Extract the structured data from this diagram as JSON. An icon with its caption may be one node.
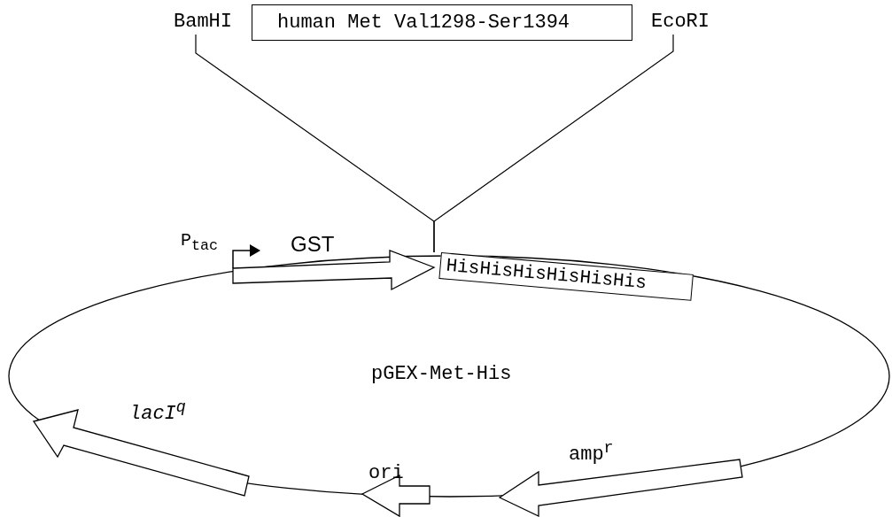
{
  "diagram": {
    "nodes": [
      {
        "text": [
          "BamHI"
        ]
      },
      {
        "text": [
          "human Met Val1298-Ser1394"
        ]
      },
      {
        "text": [
          "EcoRI"
        ]
      },
      {
        "text": [
          "GST"
        ]
      },
      {
        "text": [
          "HisHisHisHisHisHis"
        ]
      },
      {
        "text": [
          "pGEX-Met-His"
        ]
      },
      {
        "text": [
          "lacI$^{q}$"
        ]
      },
      {
        "text": [
          "ori"
        ]
      },
      {
        "text": [
          "amp$^{r}$"
        ]
      }
    ],
    "edges": [
      {
        "from": 0,
        "to": 4,
        "arrow": "none"
      },
      {
        "from": 2,
        "to": 4,
        "arrow": "none"
      }
    ],
    "labels": [
      "P$_{tac}$"
    ]
  }
}
